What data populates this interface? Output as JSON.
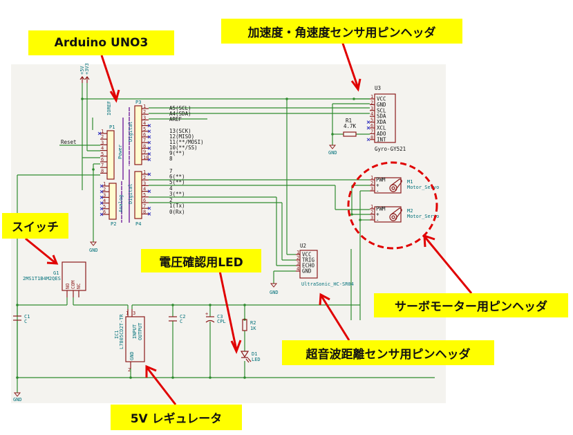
{
  "callouts": {
    "arduino": "Arduino UNO3",
    "gyro": "加速度・角速度センサ用ピンヘッダ",
    "switch": "スイッチ",
    "led": "電圧確認用LED",
    "servo": "サーボモーター用ピンヘッダ",
    "ultrasonic": "超音波距離センサ用ピンヘッダ",
    "regulator": "5V レギュレータ"
  },
  "power_labels": {
    "plus5v": "+5V",
    "plus3v3": "+3V3",
    "gnd": "GND"
  },
  "arduino": {
    "p1": {
      "ref": "P1",
      "label": "Power",
      "pins": [
        "1",
        "2",
        "3",
        "4",
        "5",
        "6",
        "7",
        "8"
      ],
      "net_ioref": "IOREF",
      "net_reset": "Reset"
    },
    "p2": {
      "ref": "P2",
      "label": "Analog",
      "pins": [
        "1",
        "2",
        "3",
        "4",
        "5",
        "6"
      ]
    },
    "p3": {
      "ref": "P3",
      "label": "Digital",
      "pins": [
        "1",
        "2",
        "3",
        "4",
        "5",
        "6",
        "7",
        "8",
        "9",
        "10"
      ],
      "nets": [
        "A5(SCL)",
        "A4(SDA)",
        "AREF",
        "13(SCK)",
        "12(MISO)",
        "11(**/MOSI)",
        "10(**/SS)",
        "9(**)",
        "8"
      ]
    },
    "p4": {
      "ref": "P4",
      "label": "Digital",
      "pins": [
        "1",
        "2",
        "3",
        "4",
        "5",
        "6",
        "7",
        "8"
      ],
      "nets": [
        "7",
        "6(**)",
        "5(**)",
        "4",
        "3(**)",
        "2",
        "1(Tx)",
        "0(Rx)"
      ]
    }
  },
  "gyro": {
    "ref": "U3",
    "value": "Gyro-GY521",
    "pins": [
      "1",
      "2",
      "3",
      "4",
      "5",
      "6",
      "7",
      "8"
    ],
    "pin_names": [
      "VCC",
      "GND",
      "SCL",
      "SDA",
      "XDA",
      "XCL",
      "ADO",
      "INT"
    ]
  },
  "r1": {
    "ref": "R1",
    "value": "4.7K"
  },
  "servos": [
    {
      "ref": "M1",
      "value": "Motor_Servo",
      "pins": [
        "1",
        "2",
        "3"
      ],
      "pin_names": [
        "PWM",
        "+",
        "-"
      ]
    },
    {
      "ref": "M2",
      "value": "Motor_Servo",
      "pins": [
        "1",
        "2",
        "3"
      ],
      "pin_names": [
        "PWM",
        "+",
        "-"
      ]
    }
  ],
  "ultrasonic": {
    "ref": "U2",
    "value": "UltraSonic_HC-SR04",
    "pins": [
      "1",
      "2",
      "3",
      "4"
    ],
    "pin_names": [
      "VCC",
      "TRIG",
      "ECHO",
      "GND"
    ]
  },
  "switch": {
    "ref": "G1",
    "value": "2MS1T1B4M2QES",
    "pin_names": [
      "NO",
      "COM",
      "NC"
    ]
  },
  "regulator": {
    "ref": "IC1",
    "value": "L7805CD2T-TR",
    "pin_names": [
      "INPUT",
      "OUTPUT",
      "GND"
    ],
    "pins": [
      "1",
      "3",
      "2"
    ]
  },
  "caps": [
    {
      "ref": "C1",
      "value": "C"
    },
    {
      "ref": "C2",
      "value": "C"
    },
    {
      "ref": "C3",
      "value": "CPL"
    }
  ],
  "r2": {
    "ref": "R2",
    "value": "1K"
  },
  "d1": {
    "ref": "D1",
    "value": "LED"
  }
}
